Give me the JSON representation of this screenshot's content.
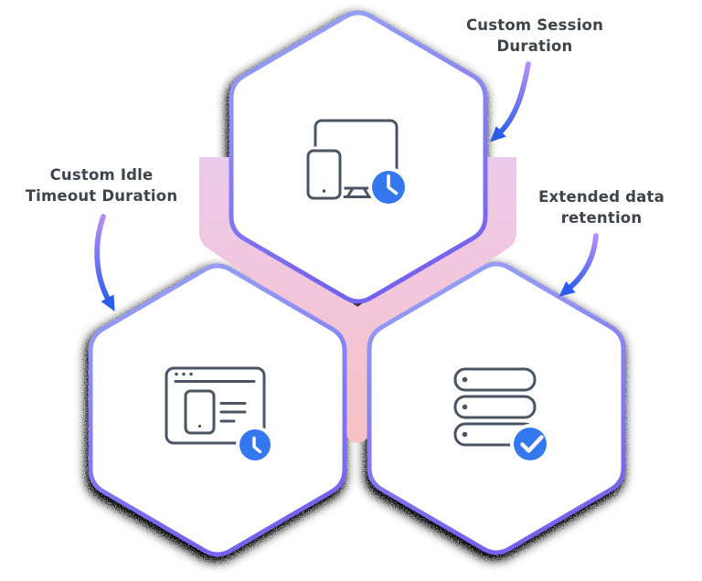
{
  "diagram": {
    "type": "honeycomb-feature-diagram",
    "annotations": {
      "session": {
        "line1": "Custom Session",
        "line2": "Duration"
      },
      "idle": {
        "line1": "Custom Idle",
        "line2": "Timeout Duration"
      },
      "retention": {
        "line1": "Extended data",
        "line2": "retention"
      }
    },
    "hexagons": [
      {
        "id": "session",
        "icon": "devices-clock-icon",
        "label": "Custom Session Duration"
      },
      {
        "id": "idle",
        "icon": "browser-clock-icon",
        "label": "Custom Idle Timeout Duration"
      },
      {
        "id": "retention",
        "icon": "server-check-icon",
        "label": "Extended data retention"
      }
    ],
    "colors": {
      "hexagon_fill": "#ffffff",
      "hexagon_border_light": "#9aa4f6",
      "hexagon_border_dark": "#7463ee",
      "connector_top": "#eccaec",
      "connector_bottom": "#f7c1c5",
      "badge_blue": "#3478f0",
      "icon_stroke": "#4a5462",
      "arrow_gradient_start": "#b58ef6",
      "arrow_gradient_end": "#2a5ded",
      "label_text": "#3e444b",
      "shadow": "#000000"
    }
  }
}
